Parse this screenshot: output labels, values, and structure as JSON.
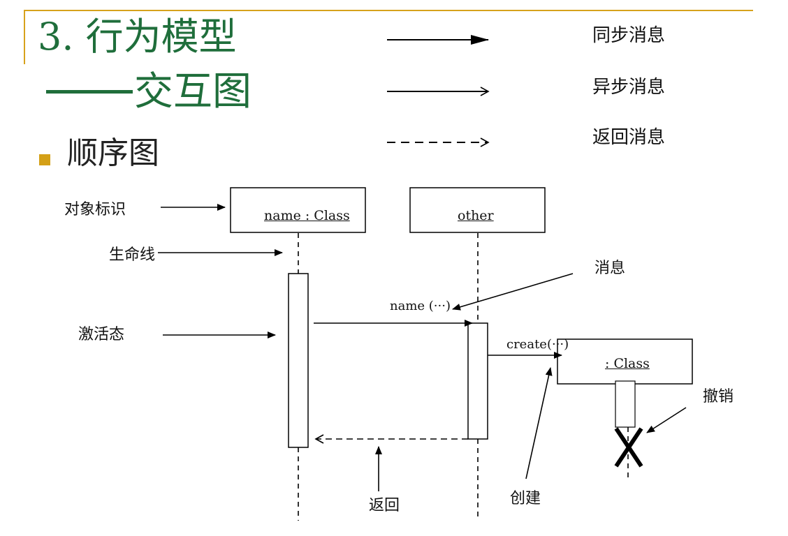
{
  "title": {
    "line1": "3. 行为模型",
    "line2": "交互图"
  },
  "bullet": "顺序图",
  "legend": [
    {
      "label": "同步消息",
      "style": "solid-filled-arrow"
    },
    {
      "label": "异步消息",
      "style": "solid-open-arrow"
    },
    {
      "label": "返回消息",
      "style": "dashed-open-arrow"
    }
  ],
  "objects": {
    "obj1": "name : Class",
    "obj2": "other",
    "obj3": ": Class"
  },
  "messages": {
    "call": "name (···)",
    "create": "create(···)"
  },
  "annotations": {
    "object_id": "对象标识",
    "lifeline": "生命线",
    "activation": "激活态",
    "message": "消息",
    "destroy": "撤销",
    "return": "返回",
    "create": "创建"
  },
  "colors": {
    "title": "#1f6e3b",
    "accent": "#d7a21c",
    "bullet": "#d4a017",
    "line": "#000000"
  }
}
